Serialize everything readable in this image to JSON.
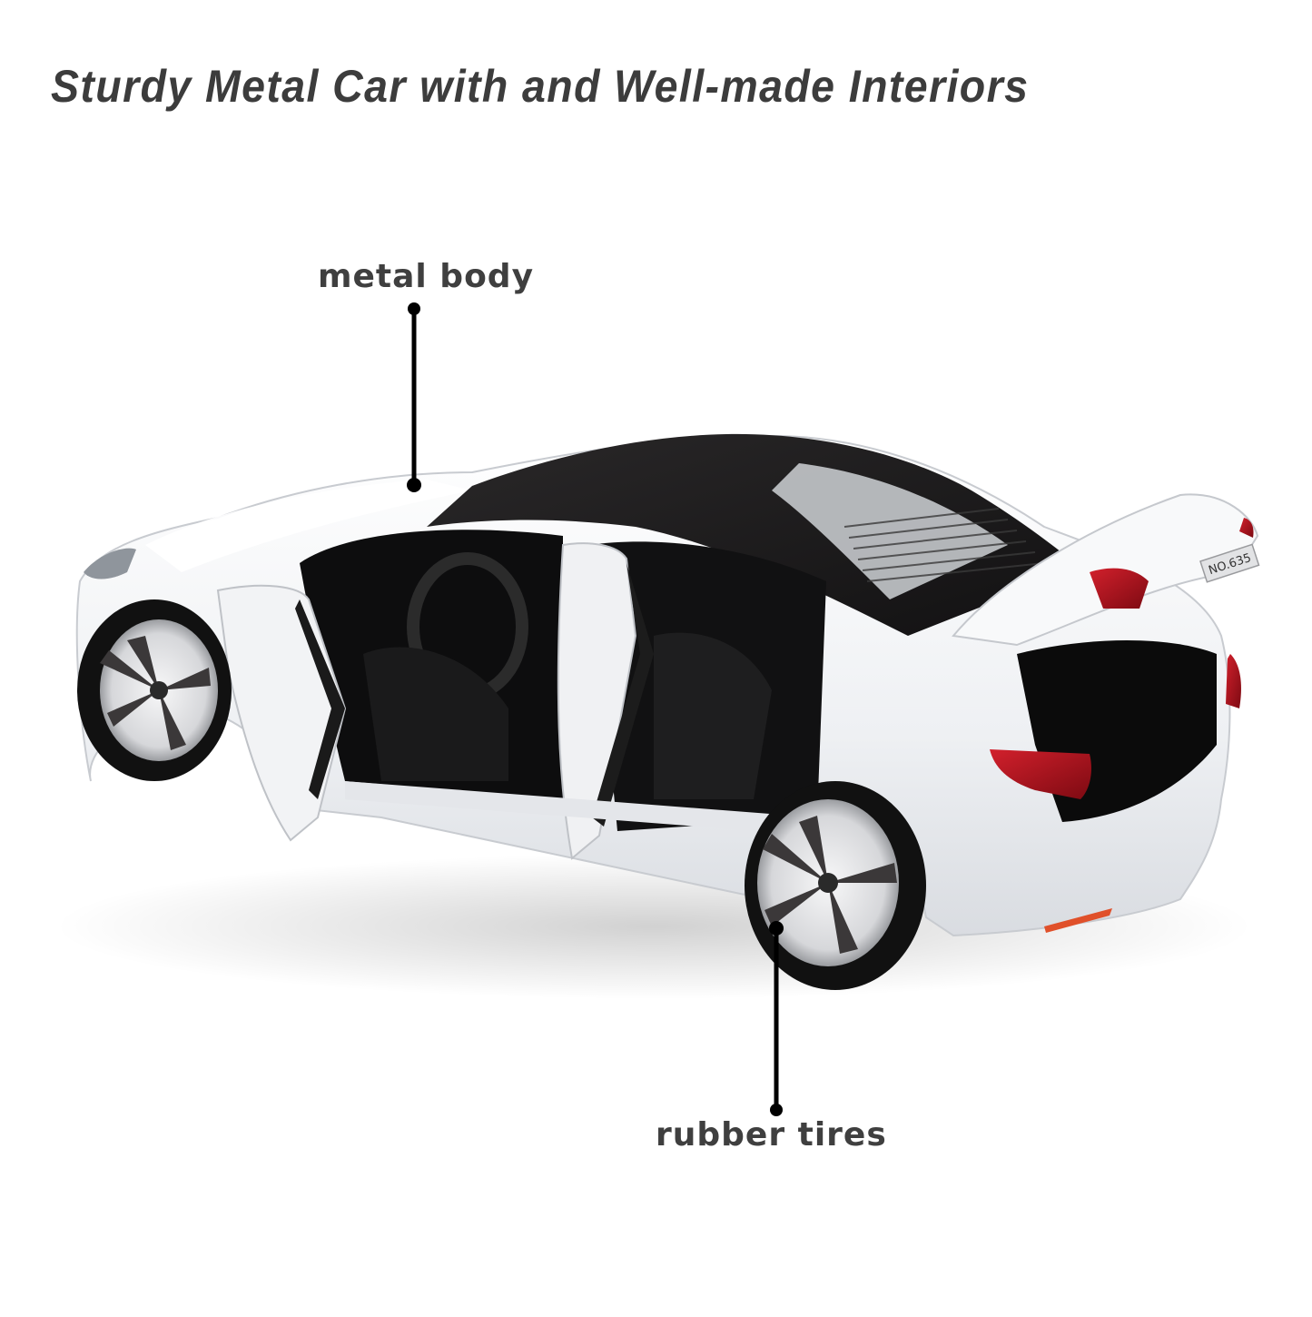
{
  "header": {
    "title": "Sturdy Metal Car with and Well-made Interiors"
  },
  "callouts": [
    {
      "label": "metal body",
      "line_from": [
        456,
        340
      ],
      "line_to": [
        456,
        534
      ]
    },
    {
      "label": "rubber tires",
      "line_from": [
        855,
        1022
      ],
      "line_to": [
        855,
        1222
      ]
    }
  ],
  "product": {
    "type": "die-cast model car",
    "body_color": "#f4f5f7",
    "roof_color": "#1d1b1c",
    "taillight_color": "#b3121e",
    "license_plate_text": "NO.635"
  },
  "colors": {
    "title_text": "#3c3c3c",
    "label_text": "#3f3f3f",
    "callout_line": "#000000",
    "background": "#ffffff"
  }
}
